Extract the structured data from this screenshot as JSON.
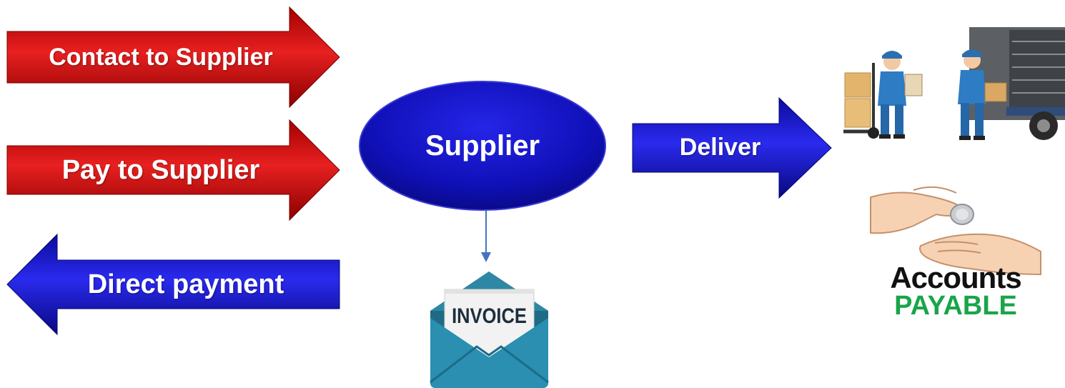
{
  "arrows": {
    "contact": {
      "label": "Contact to Supplier",
      "direction": "right",
      "color": "red"
    },
    "pay": {
      "label": "Pay to Supplier",
      "direction": "right",
      "color": "red"
    },
    "direct": {
      "label": "Direct payment",
      "direction": "left",
      "color": "blue"
    },
    "deliver": {
      "label": "Deliver",
      "direction": "right",
      "color": "blue"
    }
  },
  "supplier": {
    "label": "Supplier"
  },
  "invoice": {
    "label": "INVOICE",
    "icon": "envelope-invoice-icon"
  },
  "accounts_payable": {
    "line1": "Accounts",
    "line2": "PAYABLE",
    "icon": "coin-hands-icon"
  },
  "delivery": {
    "icon": "delivery-workers-truck-icon"
  },
  "colors": {
    "red_dark": "#8e0000",
    "red_light": "#e62222",
    "blue_dark": "#0a0a8c",
    "blue_light": "#2020e6",
    "connector": "#4472c4",
    "accounts_black": "#111111",
    "payable_green": "#19a54a"
  }
}
